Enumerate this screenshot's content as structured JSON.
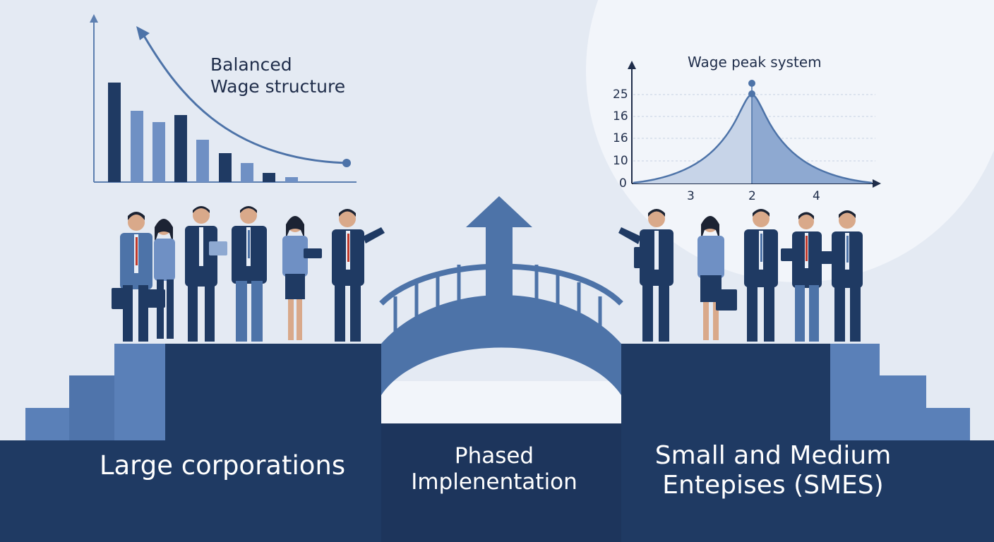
{
  "left_chart": {
    "title_line1": "Balanced",
    "title_line2": "Wage structure"
  },
  "right_chart": {
    "title": "Wage peak system",
    "y_ticks": [
      "25",
      "16",
      "16",
      "10",
      "0"
    ],
    "x_ticks": [
      "3",
      "2",
      "4"
    ]
  },
  "labels": {
    "left": "Large corporations",
    "middle_line1": "Phased",
    "middle_line2": "Implenentation",
    "right_line1": "Small and Medium",
    "right_line2": "Entepises (SMES)"
  },
  "colors": {
    "navy": "#1f3a63",
    "mid_blue": "#4d73a8",
    "light_blue": "#6f90c4",
    "background": "#e4eaf3"
  }
}
